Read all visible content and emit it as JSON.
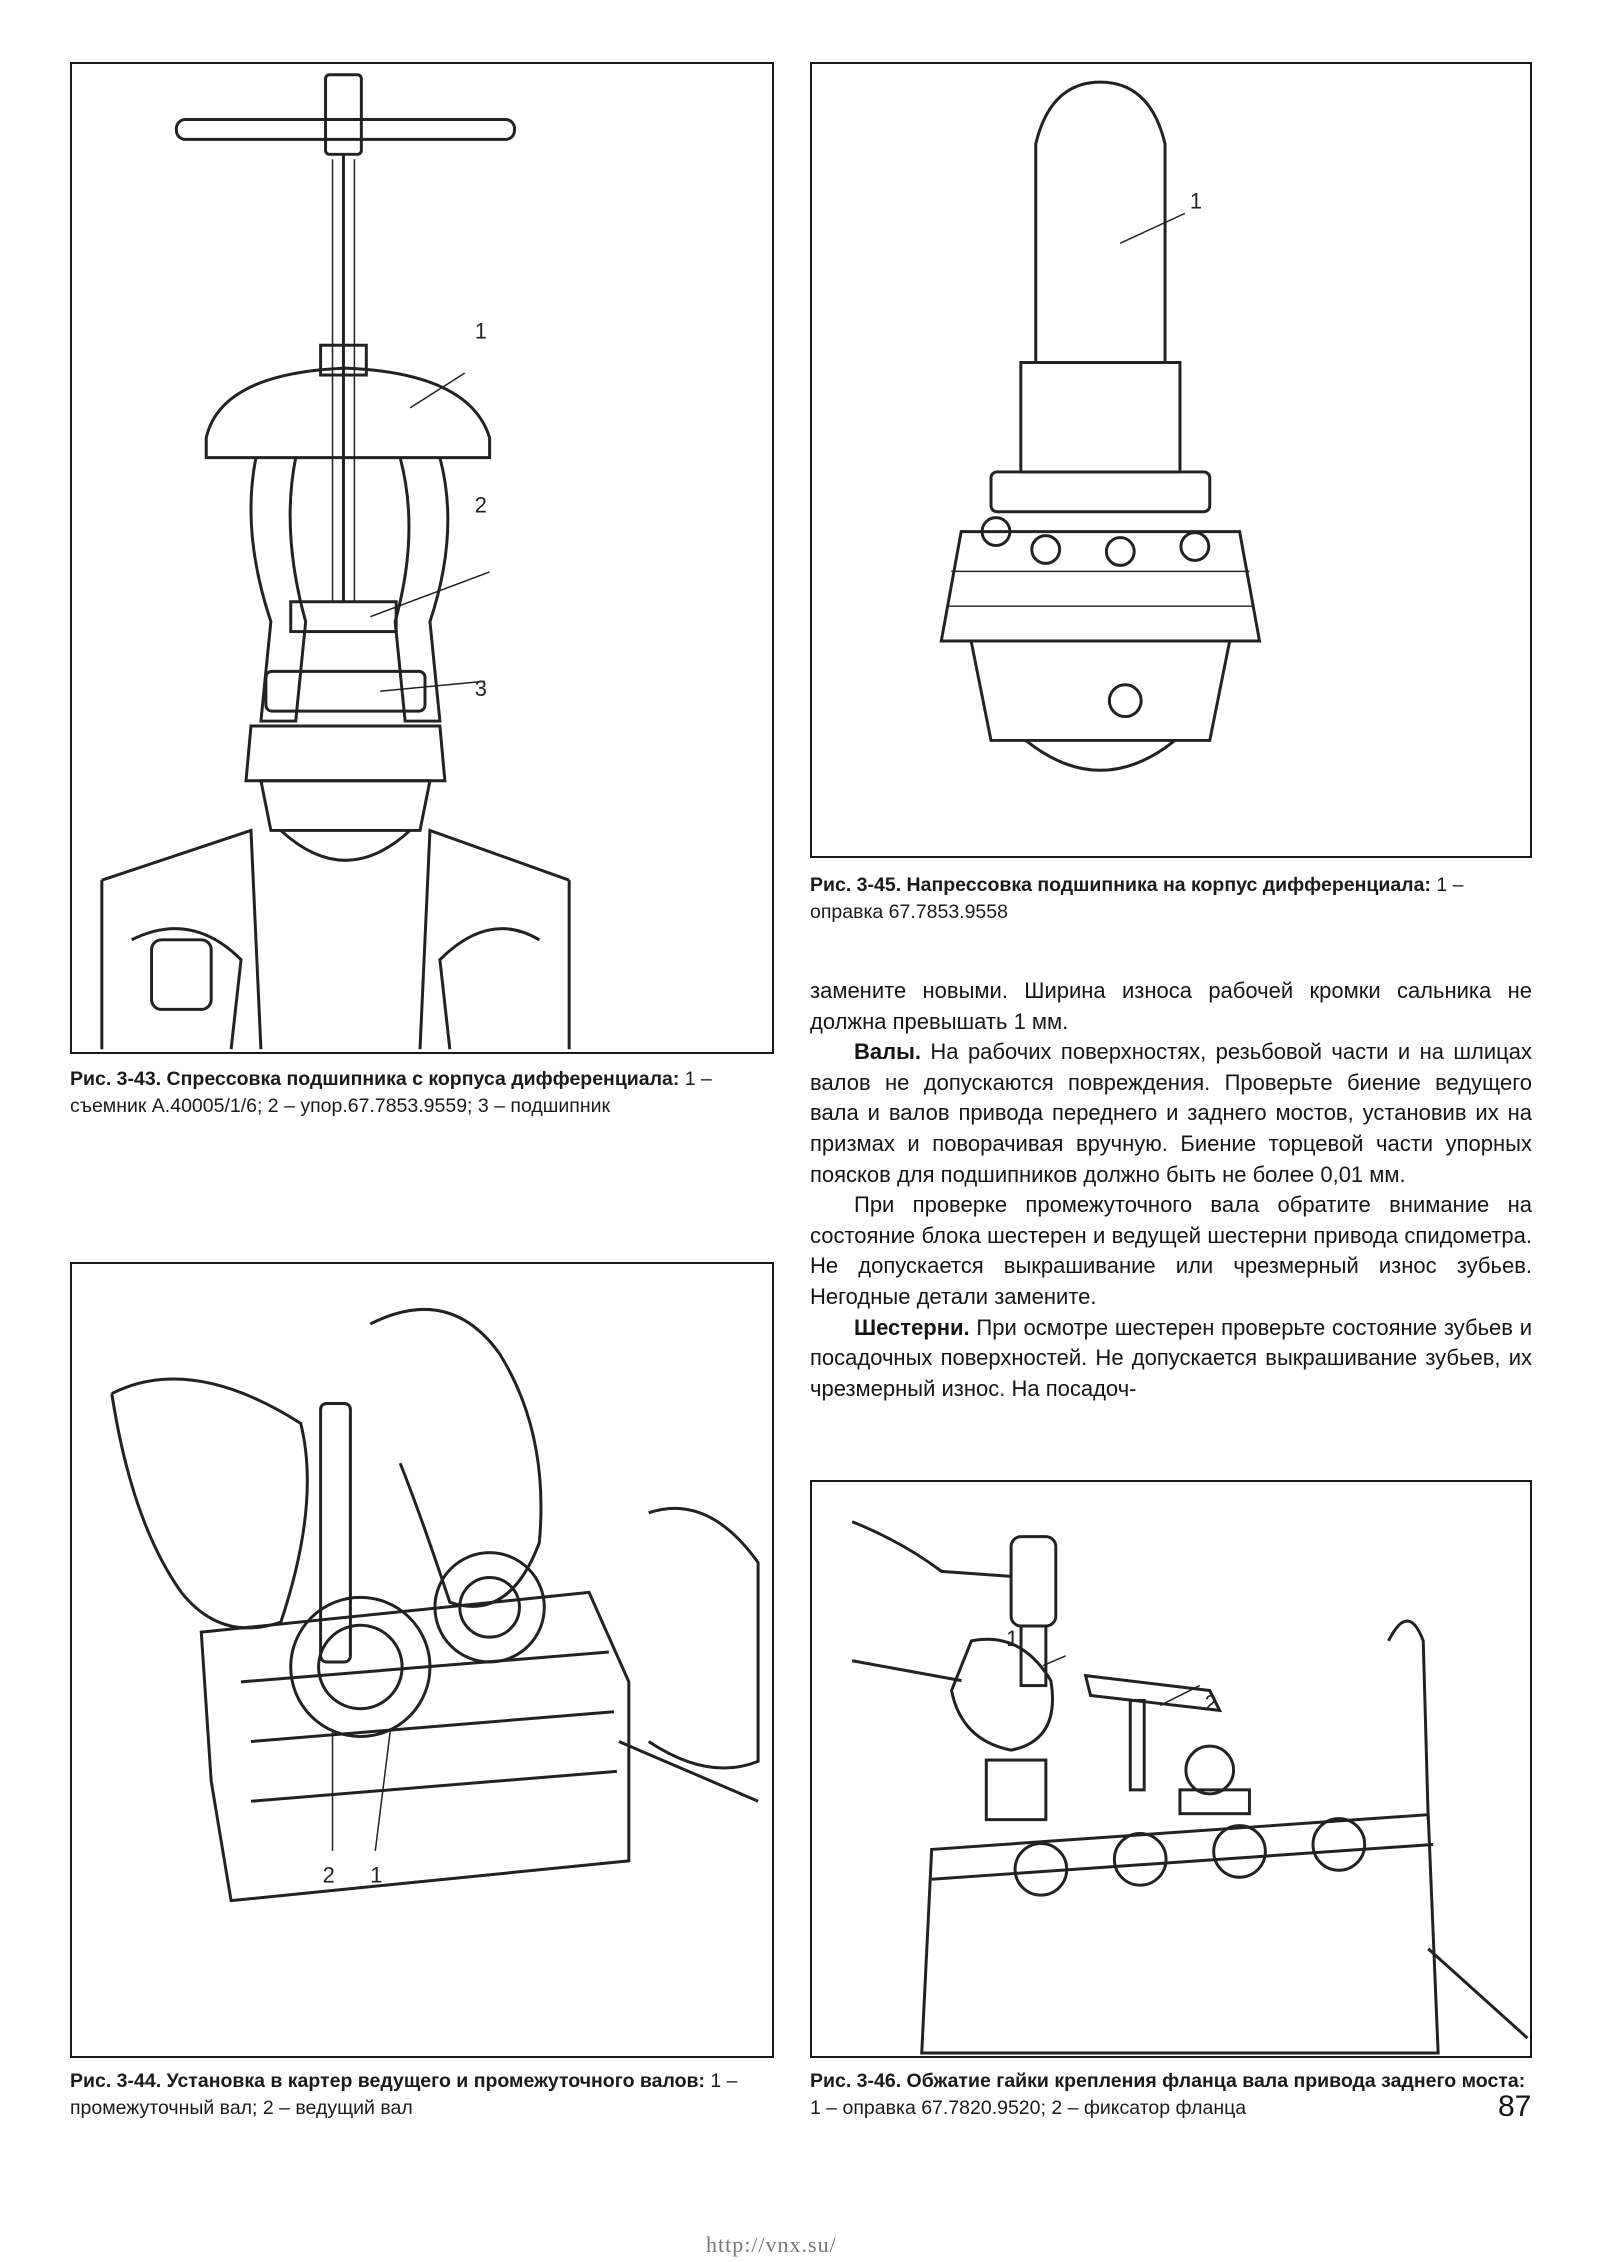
{
  "figures": [
    {
      "id": "fig_3_43",
      "label": "Рис. 3-43.",
      "title": "Спрессовка подшипника с корпуса дифференциала:",
      "legend": "1 – съемник А.40005/1/6; 2 – упор.67.7853.9559; 3 – подшипник",
      "callouts": [
        "1",
        "2",
        "3"
      ]
    },
    {
      "id": "fig_3_45",
      "label": "Рис. 3-45.",
      "title": "Напрессовка подшипника на корпус дифференциала:",
      "legend": "1 – оправка 67.7853.9558",
      "callouts": [
        "1"
      ]
    },
    {
      "id": "fig_3_44",
      "label": "Рис. 3-44.",
      "title": "Установка в картер ведущего и промежуточного валов:",
      "legend": "1 – промежуточный вал; 2 – ведущий вал",
      "callouts": [
        "2",
        "1"
      ]
    },
    {
      "id": "fig_3_46",
      "label": "Рис. 3-46.",
      "title": "Обжатие гайки крепления фланца вала привода заднего моста:",
      "legend": "1 – оправка 67.7820.9520; 2 – фиксатор фланца",
      "callouts": [
        "1",
        "2"
      ]
    }
  ],
  "text": {
    "p1": "замените новыми. Ширина износа рабочей кромки сальника не должна превышать 1 мм.",
    "p2_head": "Валы.",
    "p2": " На рабочих поверхностях, резьбовой части и на шлицах валов не допускаются повреждения. Проверьте биение ведущего вала и валов привода переднего и заднего мостов, установив их на призмах и поворачивая вручную. Биение торцевой части упорных поясков для подшипников должно быть не более 0,01 мм.",
    "p3": "При проверке промежуточного вала обратите внимание на состояние блока шестерен и ведущей шестерни привода спидометра. Не допускается выкрашивание или чрезмерный износ зубьев. Негодные детали замените.",
    "p4_head": "Шестерни.",
    "p4": " При осмотре шестерен проверьте состояние зубьев и посадочных поверхностей. Не допускается выкрашивание зубьев, их чрезмерный износ. На посадоч-"
  },
  "page_number": "87",
  "footer_url": "http://vnx.su/"
}
